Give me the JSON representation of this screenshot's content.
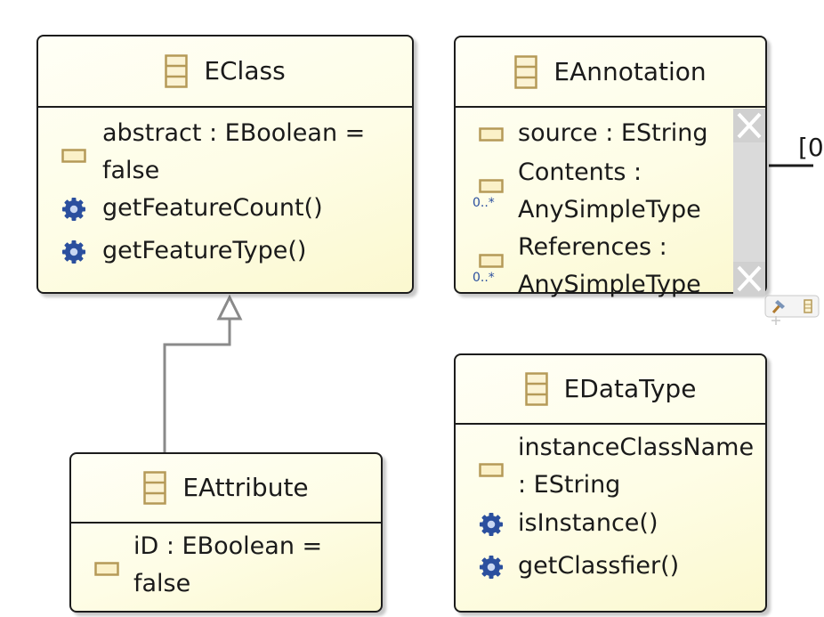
{
  "classes": {
    "eclass": {
      "name": "EClass",
      "attributes": [
        {
          "text": "abstract : EBoolean = false"
        }
      ],
      "operations": [
        {
          "text": "getFeatureCount()"
        },
        {
          "text": "getFeatureType()"
        }
      ]
    },
    "eannotation": {
      "name": "EAnnotation",
      "attributes": [
        {
          "text": "source : EString"
        },
        {
          "text": "Contents : AnySimpleType",
          "multiplicity": "0..*"
        },
        {
          "text": "References : AnySimpleType",
          "multiplicity": "0..*"
        }
      ]
    },
    "eattribute": {
      "name": "EAttribute",
      "attributes": [
        {
          "text": "iD : EBoolean = false"
        }
      ]
    },
    "edatatype": {
      "name": "EDataType",
      "attributes": [
        {
          "text": "instanceClassName : EString"
        }
      ],
      "operations": [
        {
          "text": "isInstance()"
        },
        {
          "text": "getClassfier()"
        }
      ]
    }
  },
  "connector_label": "[0",
  "colors": {
    "border": "#1c1c1c",
    "fill": "#fefde6",
    "class_icon": "#b59a58",
    "operation_icon": "#2b4f9e",
    "generalization": "#8a8a8a"
  }
}
